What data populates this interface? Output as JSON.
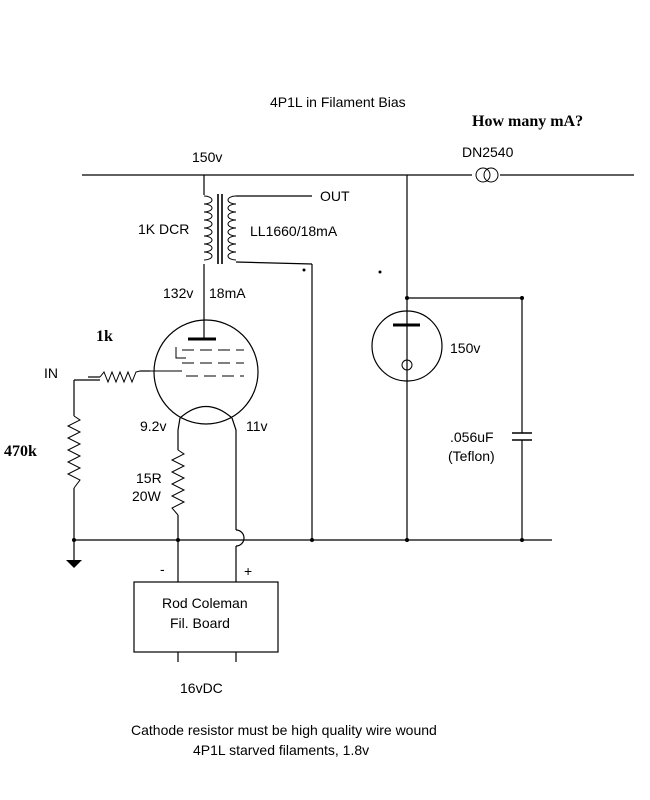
{
  "title": "4P1L in Filament Bias",
  "question": "How many mA?",
  "labels": {
    "b_plus": "150v",
    "regulator": "DN2540",
    "output": "OUT",
    "dcr": "1K DCR",
    "transformer": "LL1660/18mA",
    "plate_voltage": "132v",
    "plate_current": "18mA",
    "grid_resistor": "1k",
    "input": "IN",
    "grid_leak": "470k",
    "fil_left_voltage": "9.2v",
    "fil_right_voltage": "11v",
    "cathode_resistor_value": "15R",
    "cathode_resistor_power": "20W",
    "vr_tube": "150v",
    "capacitor_value": ".056uF",
    "capacitor_type": "(Teflon)",
    "minus": "-",
    "plus": "+",
    "board_line1": "Rod Coleman",
    "board_line2": "Fil. Board",
    "supply": "16vDC",
    "note_line1": "Cathode resistor must be high quality wire wound",
    "note_line2": "4P1L starved filaments, 1.8v"
  }
}
